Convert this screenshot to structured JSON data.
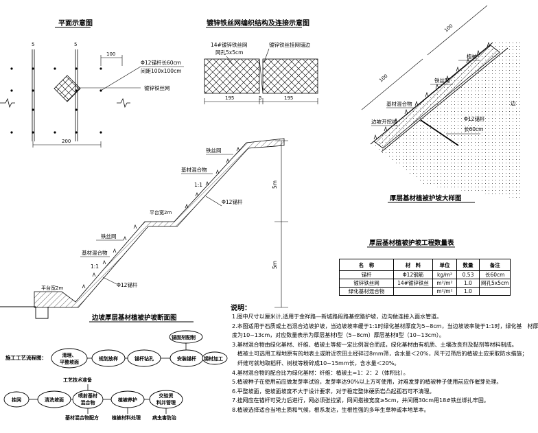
{
  "titles": {
    "plan": "平面示意图",
    "mesh": "镀锌铁丝网编织结构及连接示意图",
    "detail": "厚层基材植被护坡大样图",
    "section": "边坡厚层基材植被护坡断面图",
    "table": "厚层基材植被护坡工程数量表"
  },
  "plan": {
    "dim_5_left": "5",
    "dim_5_right": "5",
    "dim_100": "100",
    "dim_200": "200",
    "bolt_label": "Φ12锚杆长60cm",
    "spacing_label": "间距100x100cm",
    "net_label": "镀锌铁丝网"
  },
  "mesh": {
    "wire_label": "14#镀锌铁丝网",
    "hole_label": "网孔5x5cm",
    "joint_label": "镀锌铁丝挂网锚边",
    "dim_left": "195",
    "dim_mid": "5",
    "dim_right": "195"
  },
  "detail": {
    "dim_100a": "100",
    "dim_100b": "100",
    "veg_label": "植被",
    "net_label": "铁丝网",
    "mix_label": "基材混合物",
    "edge_label": "边坡开挖线",
    "bolt_label": "Φ12锚杆",
    "bolt_len": "长60cm",
    "cut_label": "边"
  },
  "section": {
    "net_top": "铁丝网",
    "mix_top": "基材混合物",
    "slope_top": "1:1",
    "bolt_top": "Φ12锚杆",
    "platform_top": "平台宽2m",
    "net_low": "铁丝网",
    "mix_low": "基材混合物",
    "slope_low": "1:1",
    "bolt_low": "Φ12锚杆",
    "platform_low": "平台宽2m",
    "height_top": "5m",
    "height_low": "5m"
  },
  "table": {
    "headers": [
      "名　称",
      "材　料",
      "单位",
      "数量",
      "备注"
    ],
    "rows": [
      [
        "锚杆",
        "Φ12钢筋",
        "kg/m²",
        "0.53",
        "长60cm"
      ],
      [
        "镀锌铁丝网",
        "14#镀锌铁丝",
        "m²/m²",
        "1.0",
        "网孔5x5cm"
      ],
      [
        "绿化基材混合物",
        "",
        "m²/m²",
        "1.0",
        ""
      ]
    ]
  },
  "flow": {
    "caption": "施工工艺流程图：",
    "steps": [
      "清理、\n平整坡面",
      "规划放样",
      "锚杆钻孔",
      "安装锚杆",
      "挂网",
      "清洗坡面",
      "喷射基材\n混合物",
      "植被养护",
      "交验资\n料并管理"
    ],
    "anchor_make": "锚固剂配制",
    "rebar_work": "钢材加工",
    "tech_prep": "工艺技术准备",
    "mix_ratio": "基材混合物配方",
    "veg_process": "植被材料处理",
    "pest": "病虫害防治"
  },
  "notes_title": "说明：",
  "notes": [
    "1.图中尺寸以厘米计,适用于金祥路—新城路段路基挖路护坡，边沟做连接入面水管道。",
    "2.本图适用于石质或土石混合边坡护坡，当边坡坡率缓于1:1时绿化基材厚度为5~8cm，当边坡坡率陡于1:1时，绿化基　材厚",
    "度为10~13cm，对应数量表示为厚层基材Ⅰ型（5~8cm）厚层基材Ⅱ型（10~13cm）。",
    "3.基材混合物由绿化基材、纤维、植被土等按一定比例混合而成，绿化基材由有机质、土壤改良剂及黏剂等材料制成。",
    "　植被土可选用工程地原有的地表土或附近农田土经碎过8mm筛，含水量＜20%，风干过筛后的植被土应采取防水措施；",
    "　纤维可就地取稻秆、树枝等粉碎成10~15mm长，含水量＜20%。",
    "4.基材混合物的配合比为绿化基材：纤维：植被土=1：2：2（体积比）。",
    "5.植被种子在使用前应做发芽率试验，发芽率达90%以上方可使用，对难发芽的植被种子使用前应作催芽处理。",
    "6.平整坡面，使坡面坡度不大于设计要求，对于稳定整体硬质岩凸起孤石可不清理。",
    "7.挂网应在锚杆可受力后进行，网必须张拉紧，网间搭接宽度≥5cm，并间隔30cm用18#铁丝绑扎牢固。",
    "8.植被选择适合当地土质和气候，根系发达，生根性强的多年生草种或本地草本。"
  ]
}
